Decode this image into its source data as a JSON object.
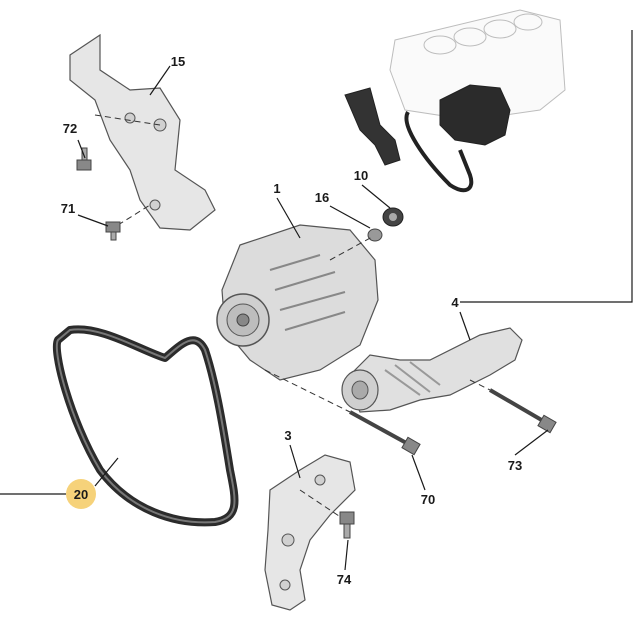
{
  "callouts": [
    {
      "id": "c1",
      "text": "1"
    },
    {
      "id": "c3",
      "text": "3"
    },
    {
      "id": "c4",
      "text": "4"
    },
    {
      "id": "c10",
      "text": "10"
    },
    {
      "id": "c15",
      "text": "15"
    },
    {
      "id": "c16",
      "text": "16"
    },
    {
      "id": "c20",
      "text": "20"
    },
    {
      "id": "c70",
      "text": "70"
    },
    {
      "id": "c71",
      "text": "71"
    },
    {
      "id": "c72",
      "text": "72"
    },
    {
      "id": "c73",
      "text": "73"
    },
    {
      "id": "c74",
      "text": "74"
    }
  ],
  "colors": {
    "highlight": "#f6d27a",
    "part_fill": "#e6e6e6",
    "part_dark": "#2b2b2b",
    "ghost": "#bdbdbd"
  }
}
